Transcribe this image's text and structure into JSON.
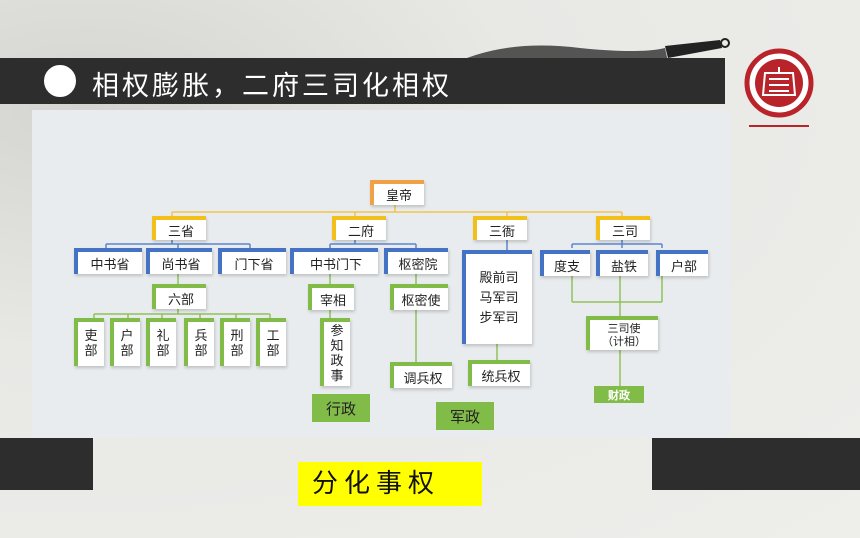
{
  "header": {
    "title": "相权膨胀，二府三司化相权"
  },
  "summary": {
    "label": "分化事权"
  },
  "diagram": {
    "root": "皇帝",
    "branches": {
      "sansheng": "三省",
      "erfu": "二府",
      "sanya": "三衙",
      "sansi": "三司"
    },
    "sansheng_children": [
      "中书省",
      "尚书省",
      "门下省"
    ],
    "liubu": "六部",
    "ministries": [
      [
        "吏",
        "部"
      ],
      [
        "户",
        "部"
      ],
      [
        "礼",
        "部"
      ],
      [
        "兵",
        "部"
      ],
      [
        "刑",
        "部"
      ],
      [
        "工",
        "部"
      ]
    ],
    "erfu_children": {
      "zhongshu": "中书门下",
      "shumi": "枢密院"
    },
    "zaixiang": "宰相",
    "canzhi": [
      "参",
      "知",
      "政",
      "事"
    ],
    "shumishi": "枢密使",
    "diaobing": "调兵权",
    "sanya_units": [
      "殿前司",
      "马军司",
      "步军司"
    ],
    "tongbing": "统兵权",
    "sansi_children": [
      "度支",
      "盐铁",
      "户部"
    ],
    "sansishi": {
      "line1": "三司使",
      "line2": "（计相）"
    },
    "caizheng": "财政",
    "xingzheng": "行政",
    "junzheng": "军政"
  },
  "colors": {
    "title_bar": "#2d2d2d",
    "accent_orange": "#f3bf1a",
    "root_orange": "#f0a045",
    "accent_blue": "#4472c4",
    "accent_green": "#82bc48",
    "highlight_yellow": "#ffff00",
    "seal_red": "#b8242a"
  }
}
